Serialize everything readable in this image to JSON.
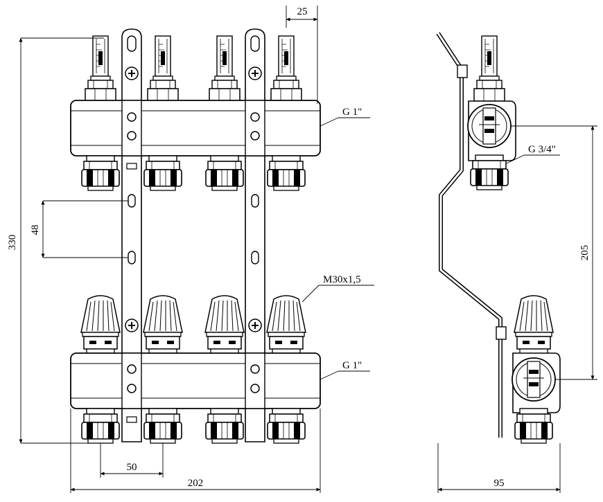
{
  "drawing": {
    "dimensions": {
      "pitch_top": "25",
      "height_total": "330",
      "bracket_holes": "48",
      "outlet_spacing": "50",
      "width_total": "202",
      "depth_total": "95",
      "side_spacing": "205"
    },
    "labels": {
      "thread_top": "G 1\"",
      "thread_bottom": "G 1\"",
      "thread_valve": "M30x1,5",
      "thread_side": "G 3/4\""
    }
  }
}
